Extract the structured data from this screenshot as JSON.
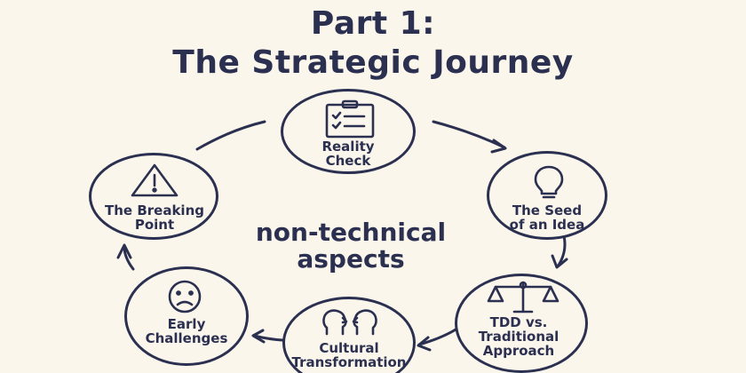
{
  "title": {
    "line1": "Part 1:",
    "line2": "The Strategic Journey"
  },
  "center": {
    "line1": "non-technical",
    "line2": "aspects"
  },
  "nodes": [
    {
      "label_line1": "Reality",
      "label_line2": "Check",
      "icon": "clipboard-checklist-icon"
    },
    {
      "label_line1": "The Seed",
      "label_line2": "of an Idea",
      "icon": "lightbulb-icon"
    },
    {
      "label_line1": "TDD vs.",
      "label_line2": "Traditional",
      "label_line3": "Approach",
      "icon": "balance-scale-icon"
    },
    {
      "label_line1": "Cultural",
      "label_line2": "Transformation",
      "icon": "two-heads-icon"
    },
    {
      "label_line1": "Early",
      "label_line2": "Challenges",
      "icon": "frowning-face-icon"
    },
    {
      "label_line1": "The Breaking",
      "label_line2": "Point",
      "icon": "warning-triangle-icon"
    }
  ],
  "colors": {
    "background": "#fbf6ec",
    "ink": "#2b3050"
  }
}
